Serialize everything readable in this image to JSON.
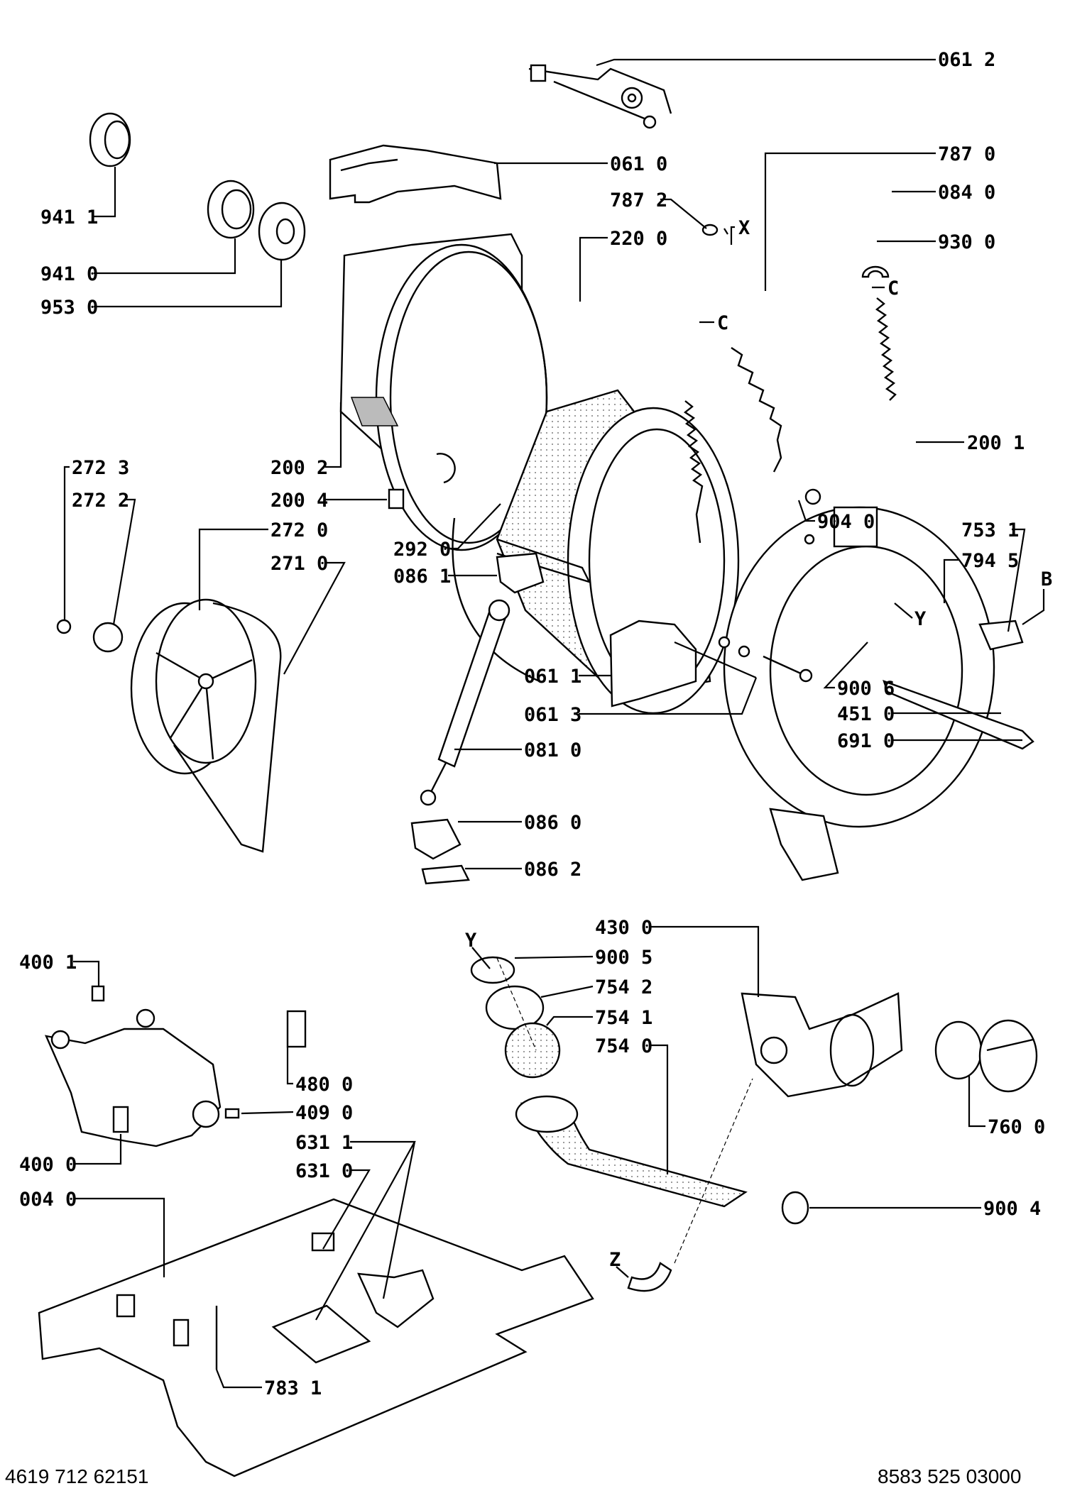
{
  "labels": [
    "061 2",
    "061 0",
    "787 0",
    "084 0",
    "787 2",
    "220 0",
    "930 0",
    "941 1",
    "941 0",
    "953 0",
    "200 1",
    "200 2",
    "904 0",
    "753 1",
    "794 5",
    "272 3",
    "272 2",
    "200 4",
    "272 0",
    "271 0",
    "292 0",
    "086 1",
    "061 1",
    "900 6",
    "451 0",
    "061 3",
    "691 0",
    "081 0",
    "086 0",
    "086 2",
    "430 0",
    "900 5",
    "754 2",
    "754 1",
    "754 0",
    "400 1",
    "480 0",
    "409 0",
    "760 0",
    "400 0",
    "631 1",
    "631 0",
    "004 0",
    "900 4",
    "783 1"
  ],
  "callouts": [
    "X",
    "C",
    "C",
    "B",
    "Y",
    "Y",
    "Z"
  ],
  "footer": {
    "left": "4619 712 62151",
    "right": "8583 525 03000"
  }
}
